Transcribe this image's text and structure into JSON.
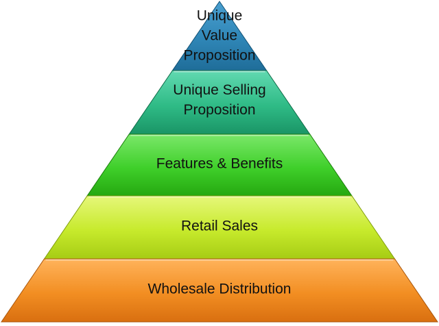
{
  "pyramid": {
    "tiers": [
      {
        "label_lines": [
          "Unique",
          "Value",
          "Proposition"
        ],
        "colors": {
          "top": "#4a9fd0",
          "mid": "#2f86b6",
          "bottom": "#1f6d99",
          "edge": "#0f4f73"
        }
      },
      {
        "label_lines": [
          "Unique Selling",
          "Proposition"
        ],
        "colors": {
          "top": "#62d9b1",
          "mid": "#2fbb86",
          "bottom": "#1a9566",
          "edge": "#0f6b47"
        }
      },
      {
        "label_lines": [
          "Features & Benefits"
        ],
        "colors": {
          "top": "#7be86a",
          "mid": "#3fcf2a",
          "bottom": "#25a810",
          "edge": "#1a7d0a"
        }
      },
      {
        "label_lines": [
          "Retail Sales"
        ],
        "colors": {
          "top": "#e6f77a",
          "mid": "#c7ea2c",
          "bottom": "#a6cc14",
          "edge": "#7f9d0c"
        }
      },
      {
        "label_lines": [
          "Wholesale Distribution"
        ],
        "colors": {
          "top": "#ffb35b",
          "mid": "#f28e22",
          "bottom": "#d96f10",
          "edge": "#a9550b"
        }
      }
    ]
  }
}
